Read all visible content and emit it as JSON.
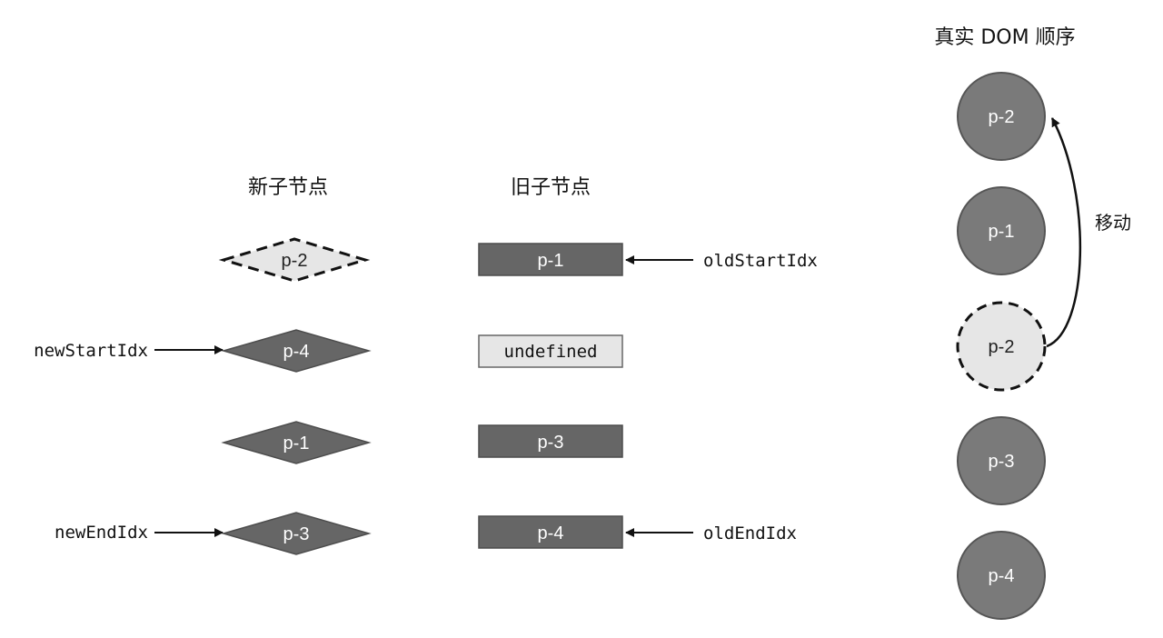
{
  "headings": {
    "new_children": "新子节点",
    "old_children": "旧子节点",
    "real_dom_order": "真实 DOM 顺序"
  },
  "new_children": [
    {
      "label": "p-2",
      "state": "processed"
    },
    {
      "label": "p-4",
      "state": "normal"
    },
    {
      "label": "p-1",
      "state": "normal"
    },
    {
      "label": "p-3",
      "state": "normal"
    }
  ],
  "old_children": [
    {
      "label": "p-1",
      "state": "normal"
    },
    {
      "label": "undefined",
      "state": "undefined"
    },
    {
      "label": "p-3",
      "state": "normal"
    },
    {
      "label": "p-4",
      "state": "normal"
    }
  ],
  "real_dom": [
    {
      "label": "p-2",
      "state": "normal"
    },
    {
      "label": "p-1",
      "state": "normal"
    },
    {
      "label": "p-2",
      "state": "moved-from"
    },
    {
      "label": "p-3",
      "state": "normal"
    },
    {
      "label": "p-4",
      "state": "normal"
    }
  ],
  "pointers": {
    "new_start": "newStartIdx",
    "new_end": "newEndIdx",
    "old_start": "oldStartIdx",
    "old_end": "oldEndIdx"
  },
  "move_label": "移动",
  "colors": {
    "node_fill": "#666666",
    "node_stroke": "#4d4d4d",
    "dom_circle_fill": "#7a7a7a",
    "processed_fill": "#e6e6e6",
    "text_dark": "#111111"
  }
}
